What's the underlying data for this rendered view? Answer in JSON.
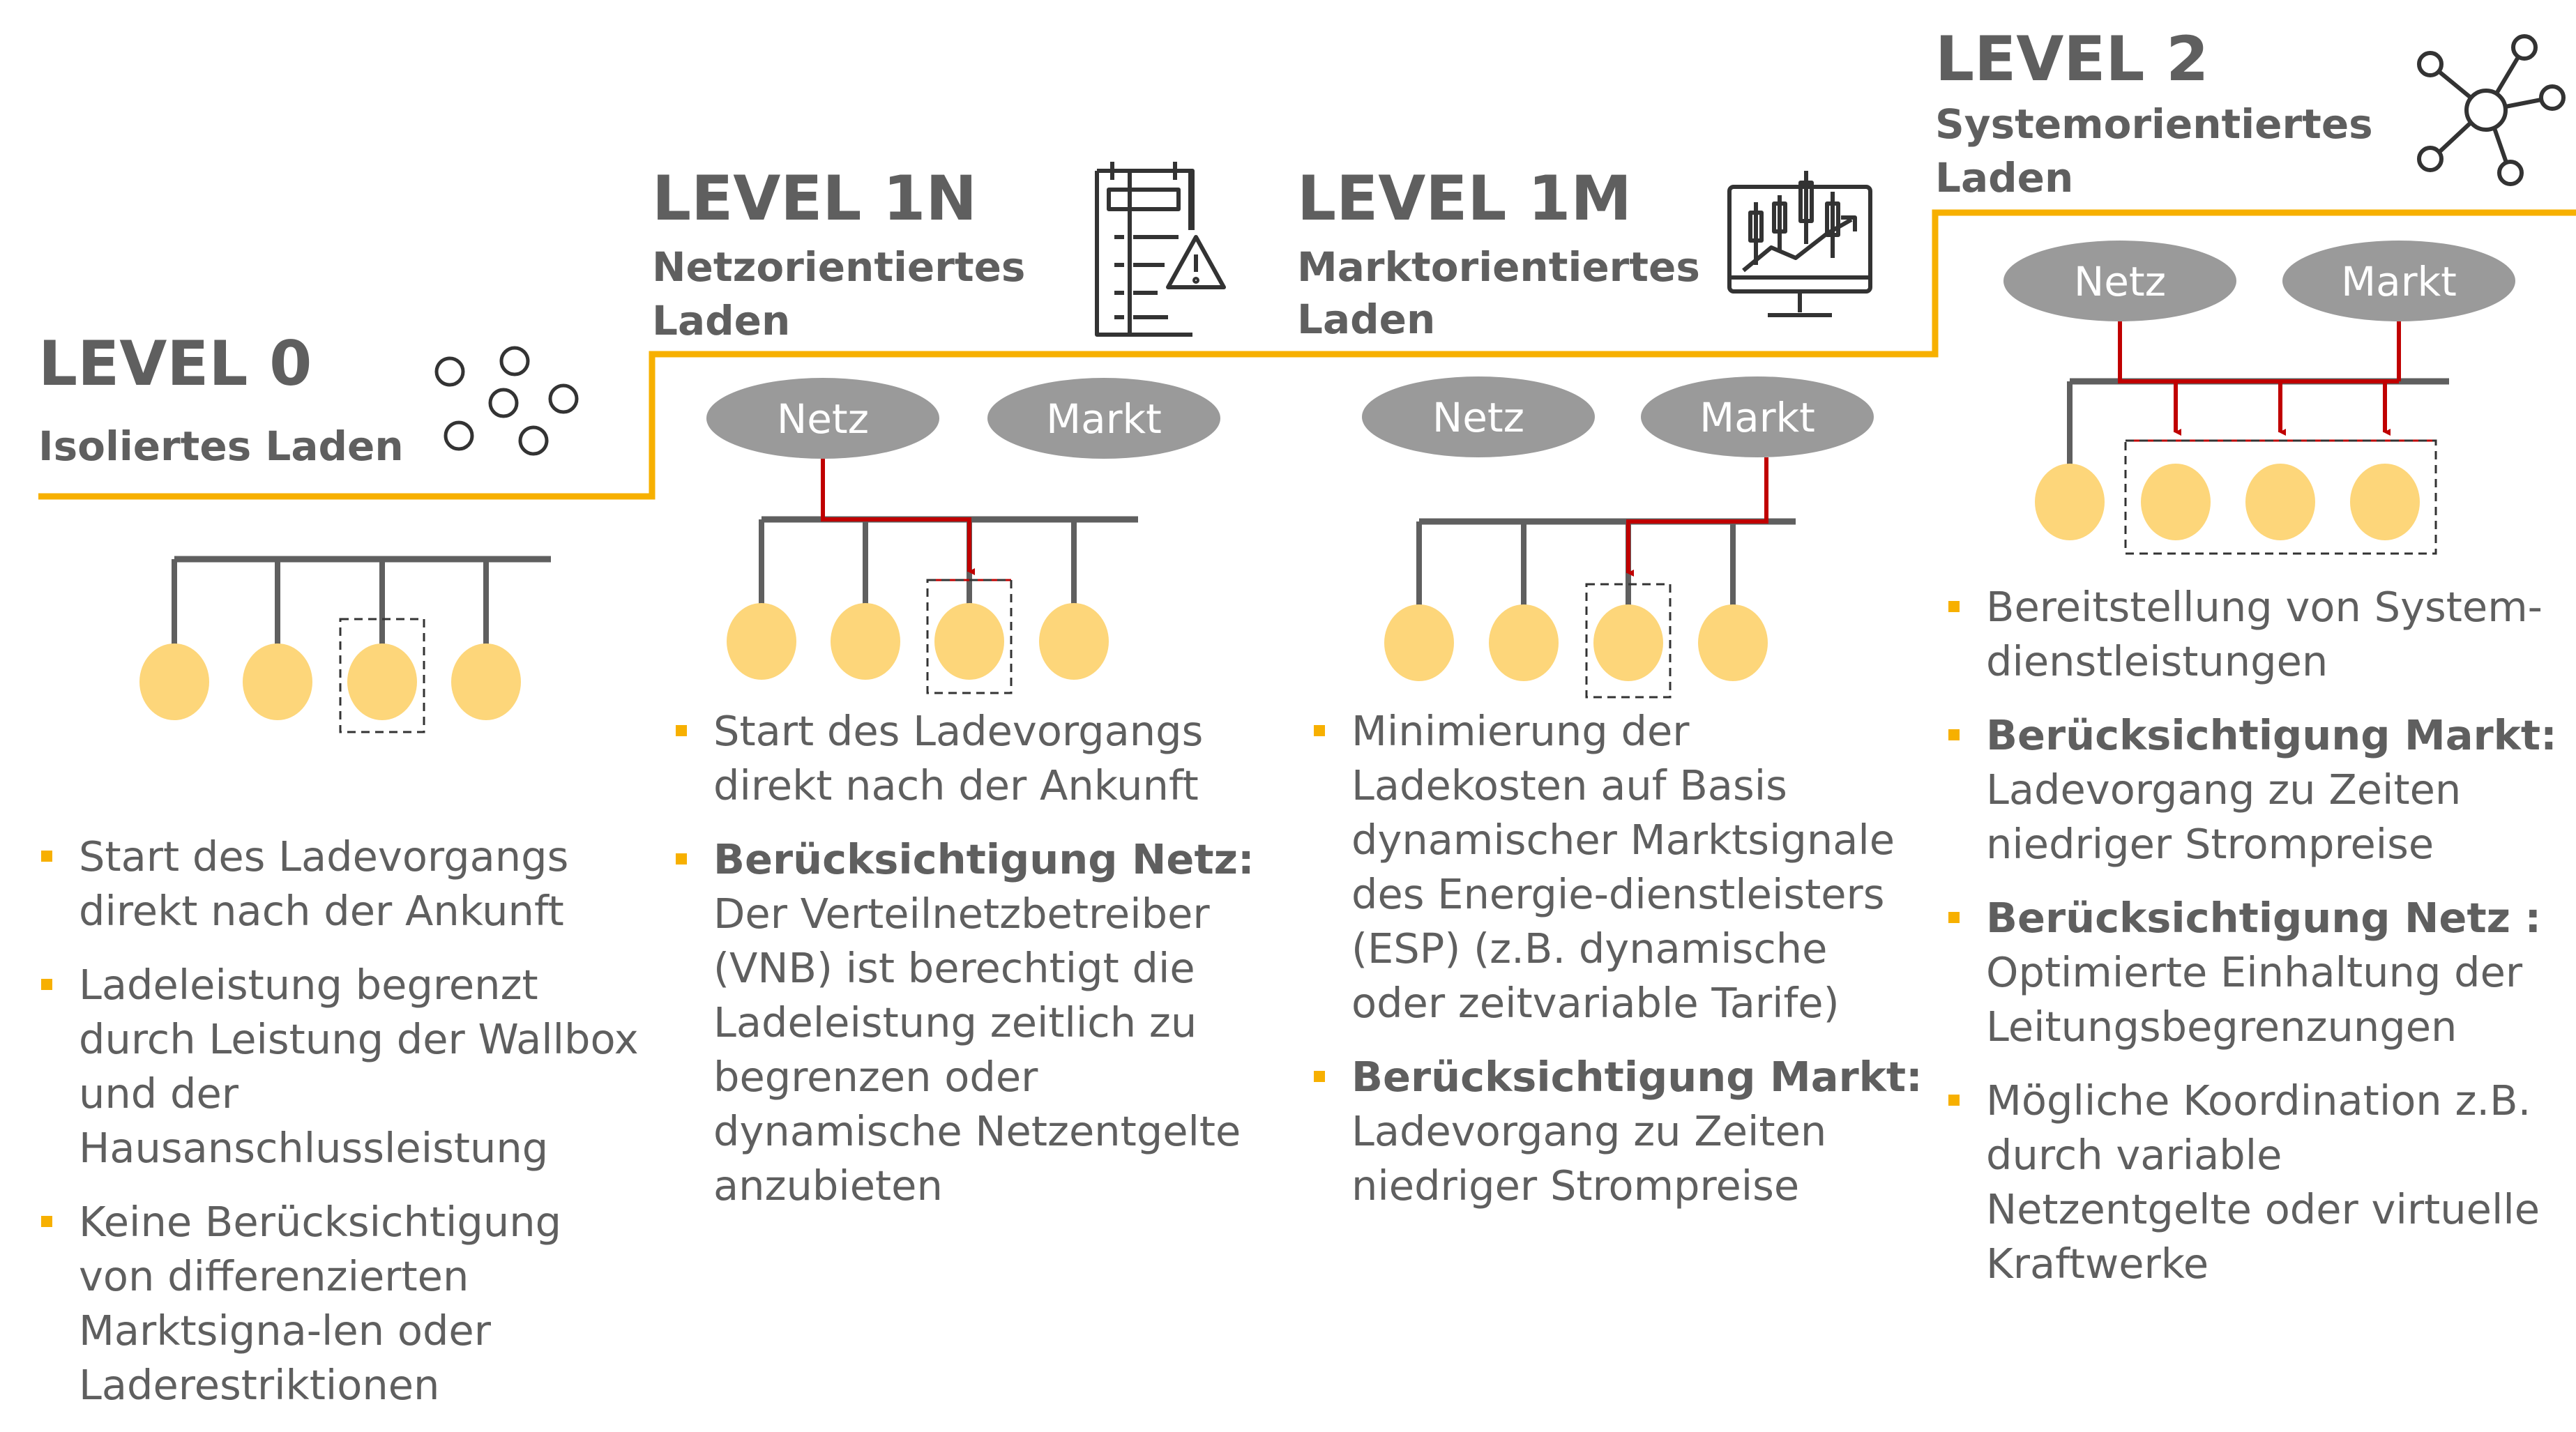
{
  "levels": [
    {
      "title": "LEVEL 0",
      "subtitle": [
        "Isoliertes Laden"
      ],
      "icon": "dots-icon",
      "bullets": [
        {
          "strong": "",
          "text": "Start des Ladevorgangs direkt nach der Ankunft"
        },
        {
          "strong": "",
          "text": "Ladeleistung begrenzt durch Leistung der Wallbox und der Hausanschlussleistung"
        },
        {
          "strong": "",
          "text": "Keine Berücksichtigung von differenzierten Marktsigna-len oder Laderestriktionen"
        }
      ]
    },
    {
      "title": "LEVEL 1N",
      "subtitle": [
        "Netzorientiertes",
        "Laden"
      ],
      "icon": "checklist-warning-icon",
      "nodes": [
        "Netz",
        "Markt"
      ],
      "bullets": [
        {
          "strong": "",
          "text": "Start des Ladevorgangs direkt nach der Ankunft"
        },
        {
          "strong": "Berücksichtigung Netz:",
          "text": "Der Verteilnetzbetreiber (VNB) ist berechtigt die Ladeleistung zeitlich zu begrenzen oder dynamische Netzentgelte anzubieten"
        }
      ]
    },
    {
      "title": "LEVEL 1M",
      "subtitle": [
        "Marktorientiertes",
        "Laden"
      ],
      "icon": "stock-chart-monitor-icon",
      "nodes": [
        "Netz",
        "Markt"
      ],
      "bullets": [
        {
          "strong": "",
          "text": "Minimierung der Ladekosten auf Basis dynamischer Marktsignale des Energie-dienstleisters (ESP) (z.B. dynamische oder zeitvariable Tarife)"
        },
        {
          "strong": "Berücksichtigung Markt:",
          "text": "Ladevorgang zu Zeiten niedriger Strompreise"
        }
      ]
    },
    {
      "title": "LEVEL 2",
      "subtitle": [
        "Systemorientiertes",
        "Laden"
      ],
      "icon": "network-hub-icon",
      "nodes": [
        "Netz",
        "Markt"
      ],
      "bullets": [
        {
          "strong": "",
          "text": "Bereitstellung von System-dienstleistungen"
        },
        {
          "strong": "Berücksichtigung Markt:",
          "text": "Ladevorgang zu Zeiten niedriger Strompreise"
        },
        {
          "strong": "Berücksichtigung Netz :",
          "text": "Optimierte Einhaltung der Leitungsbegrenzungen"
        },
        {
          "strong": "",
          "text": "Mögliche Koordination z.B. durch variable Netzentgelte oder virtuelle Kraftwerke"
        }
      ]
    }
  ],
  "colors": {
    "accent": "#f7b000",
    "text": "#5f5f5f",
    "node": "#9a9a9a",
    "signal": "#c00000",
    "bulb": "#fdd67a",
    "line": "#5f5f5f"
  }
}
